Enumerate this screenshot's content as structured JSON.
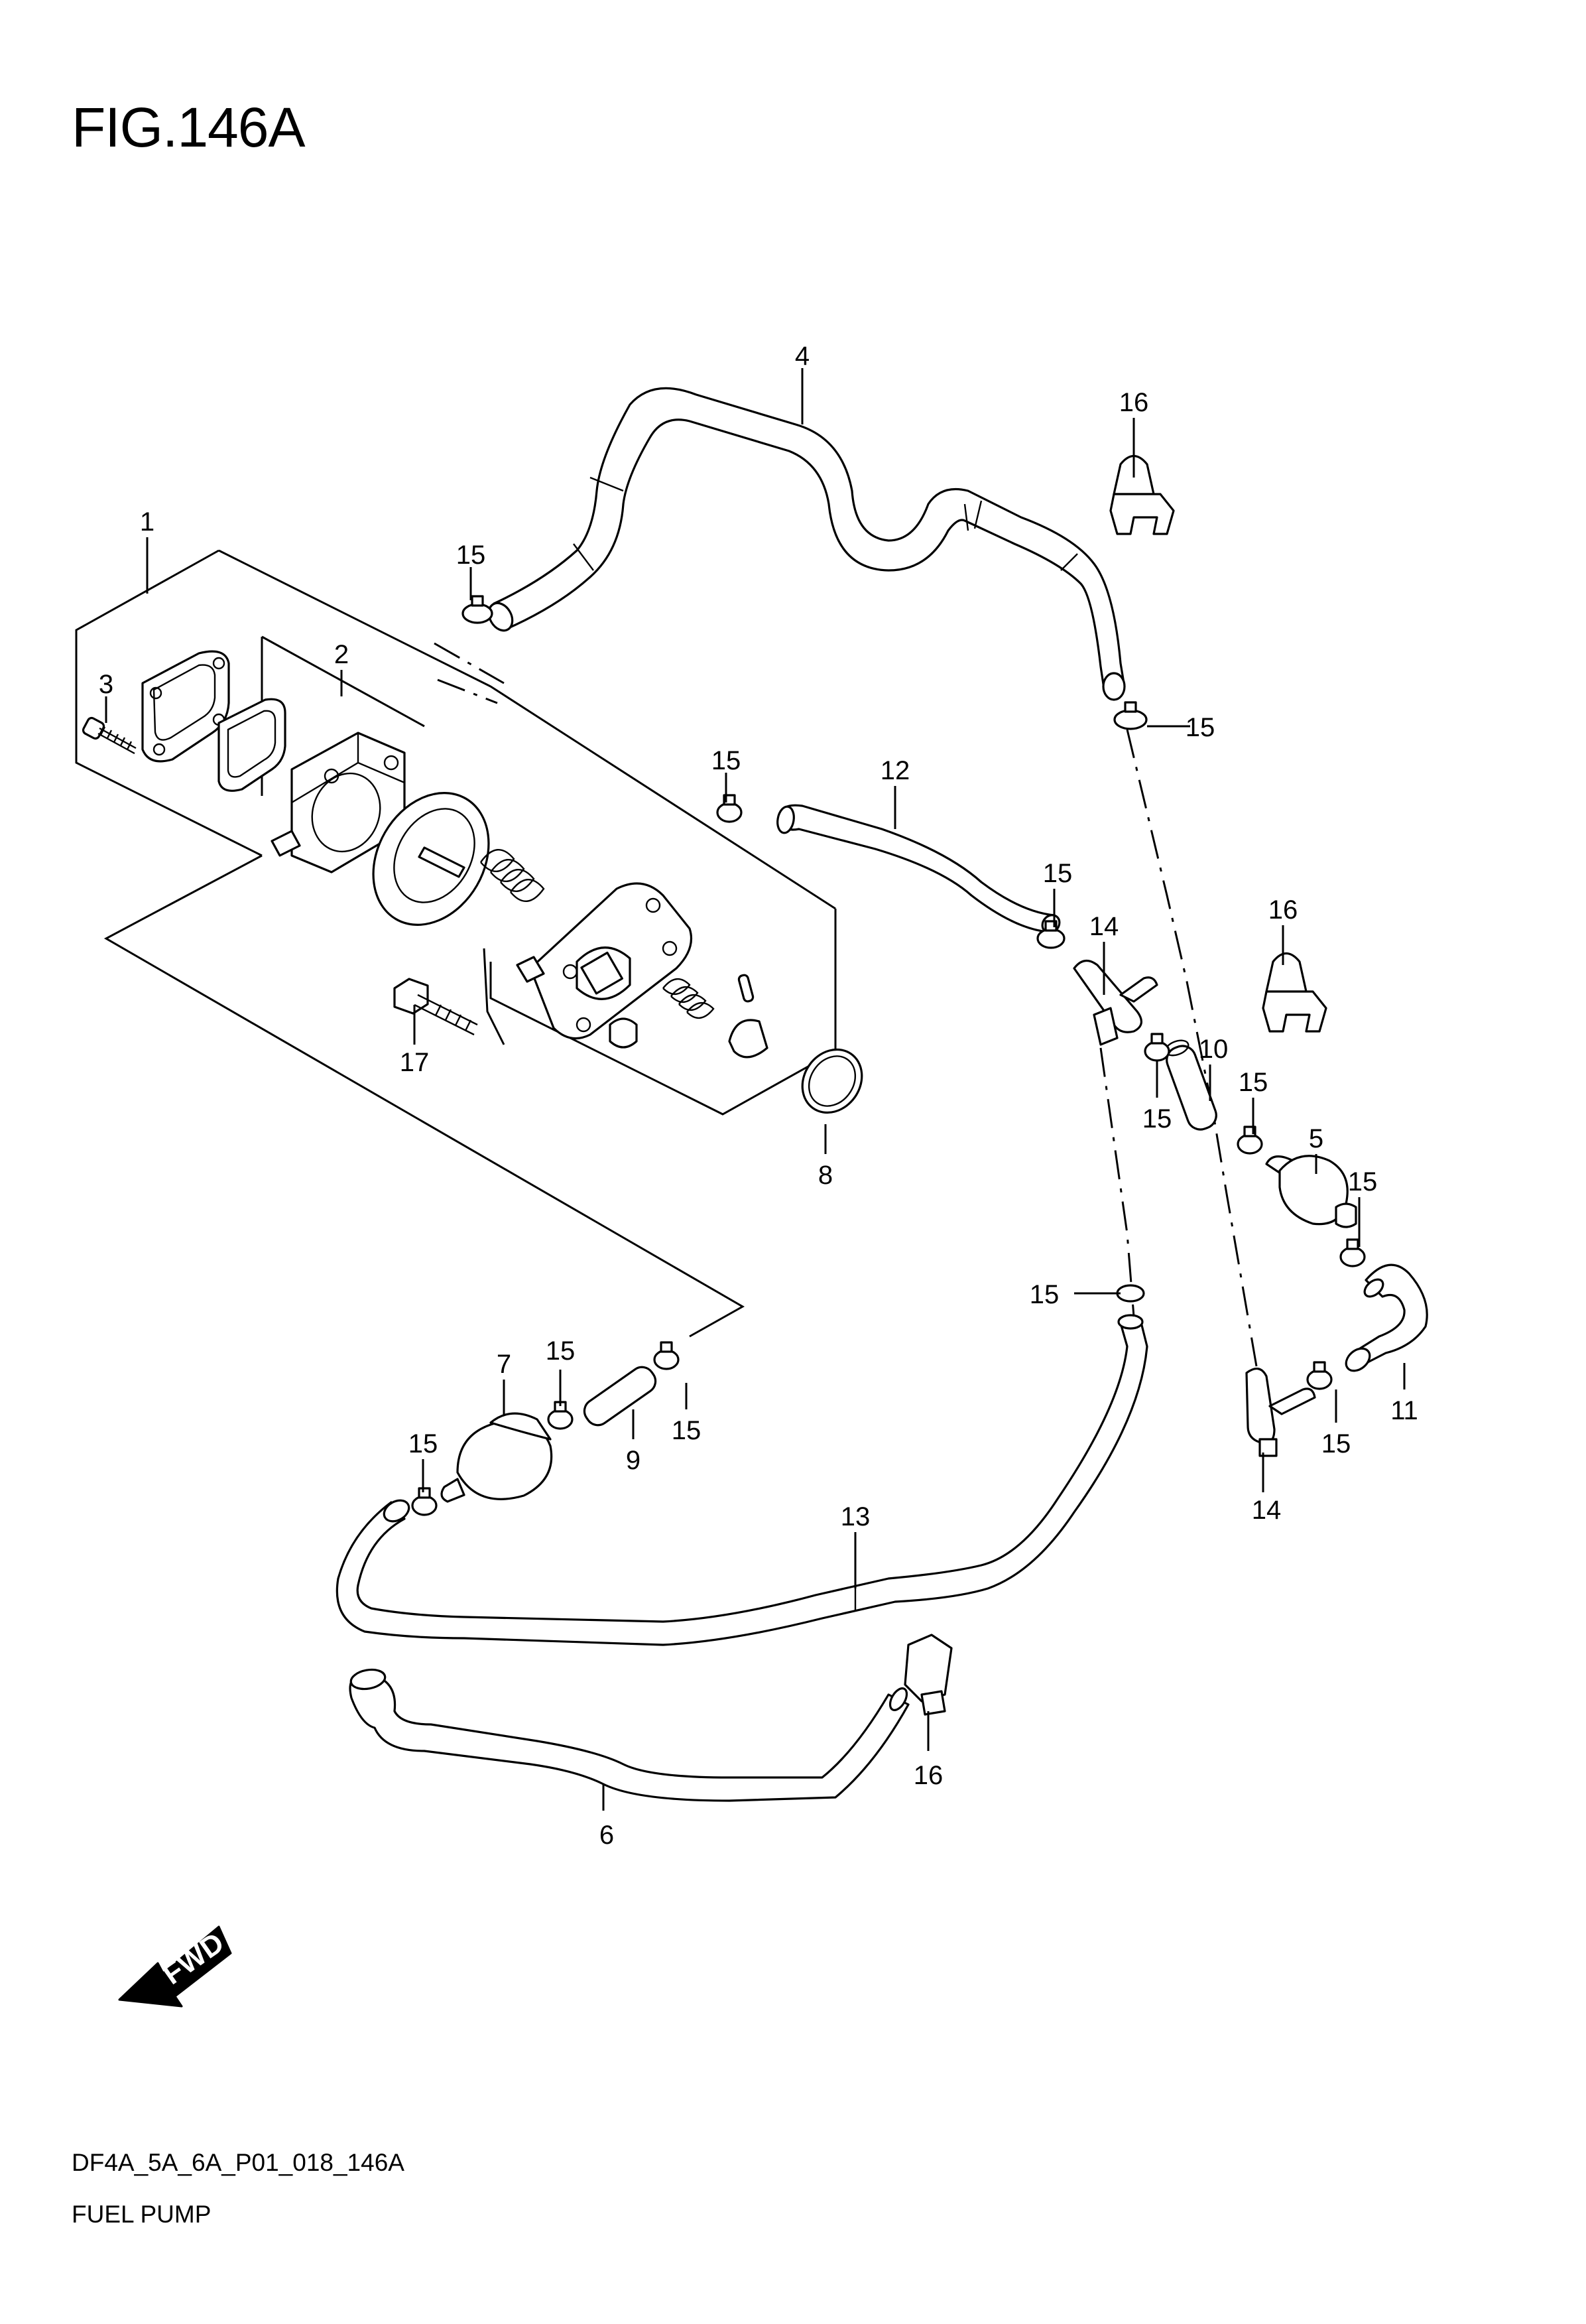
{
  "figure": {
    "title": "FIG.146A",
    "code": "DF4A_5A_6A_P01_018_146A",
    "name": "FUEL PUMP"
  },
  "fwd_label": "FWD",
  "callouts": {
    "c1": "1",
    "c2": "2",
    "c3": "3",
    "c4": "4",
    "c5": "5",
    "c6": "6",
    "c7": "7",
    "c8": "8",
    "c9": "9",
    "c10": "10",
    "c11": "11",
    "c12": "12",
    "c13": "13",
    "c14a": "14",
    "c14b": "14",
    "c15a": "15",
    "c15b": "15",
    "c15c": "15",
    "c15d": "15",
    "c15e": "15",
    "c15f": "15",
    "c15g": "15",
    "c15h": "15",
    "c15i": "15",
    "c15j": "15",
    "c15k": "15",
    "c16a": "16",
    "c16b": "16",
    "c16c": "16",
    "c17": "17"
  }
}
